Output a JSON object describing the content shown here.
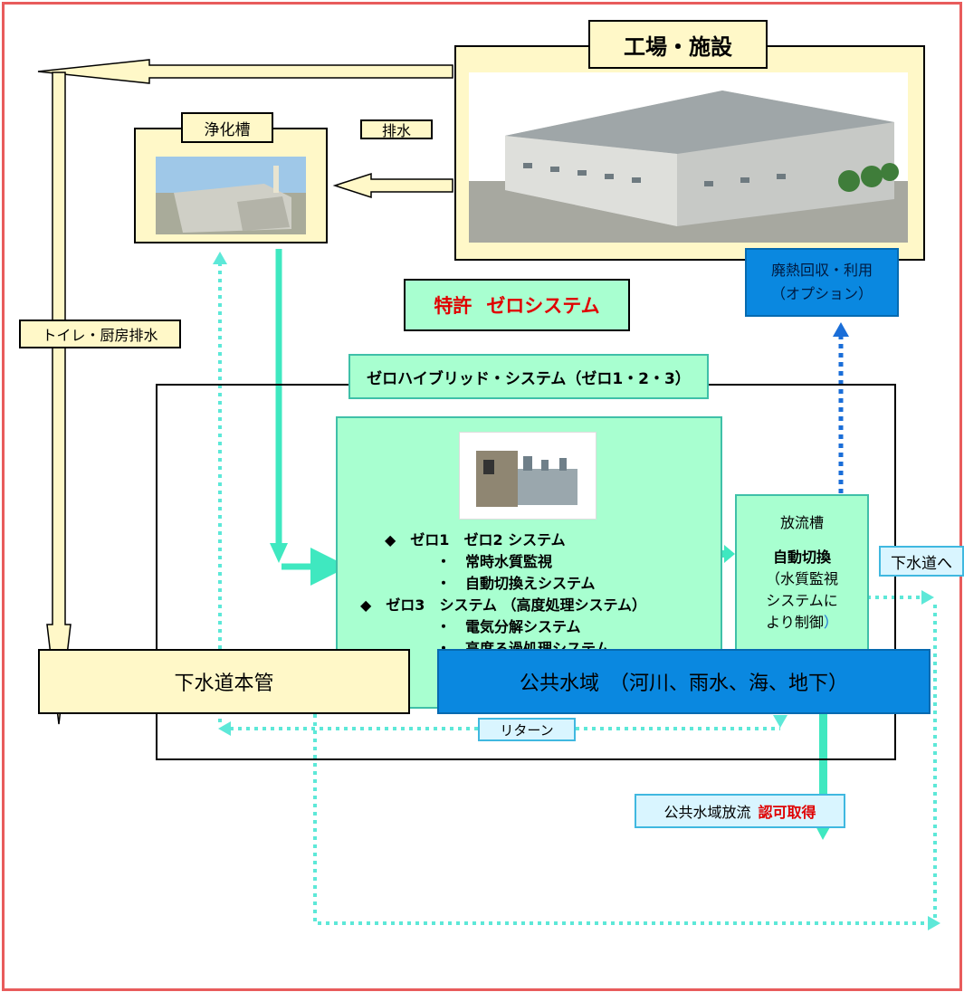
{
  "factory": {
    "title": "工場・施設"
  },
  "septic": {
    "title": "浄化槽"
  },
  "discharge_label": "排水",
  "toilet_label": "トイレ・厨房排水",
  "patent": {
    "prefix": "特許",
    "name": "ゼロシステム"
  },
  "heat_recovery": {
    "line1": "廃熱回収・利用",
    "line2": "（オプション）"
  },
  "hybrid_title": "ゼロハイブリッド・システム（ゼロ1・2・3）",
  "process": {
    "line1": "◆　ゼロ1　ゼロ2 システム",
    "line2": "・　常時水質監視",
    "line3": "・　自動切換えシステム",
    "line4": "◆　ゼロ3　システム （高度処理システム）",
    "line5": "・　電気分解システム",
    "line6": "・　高度ろ過処理システム"
  },
  "tank": {
    "title": "放流槽",
    "switch": "自動切換",
    "note1": "（水質監視",
    "note2": "システムに",
    "note3": "より制御",
    "note_close": "）"
  },
  "sewer_to": "下水道へ",
  "return_label": "リターン",
  "public_release": {
    "text": "公共水域放流",
    "permit": "認可取得"
  },
  "sewer_main": "下水道本管",
  "public_water": "公共水域　（河川、雨水、海、地下）",
  "colors": {
    "frame": "#e85c5c",
    "mint_arrow": "#3fe8c0",
    "blue_arrow": "#1a6ed8",
    "accent_red": "#e00000",
    "blue_box": "#0a88e0"
  }
}
